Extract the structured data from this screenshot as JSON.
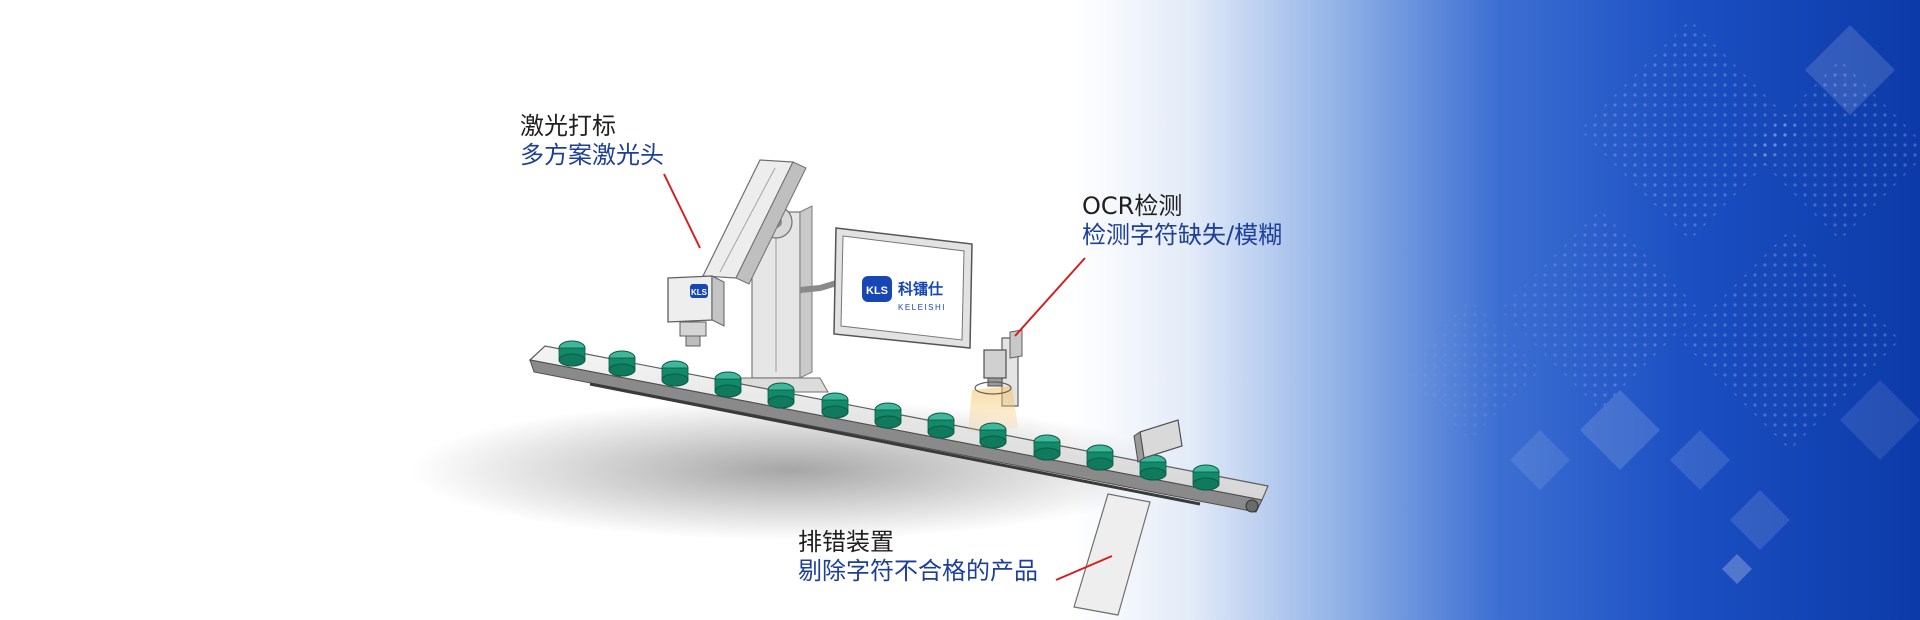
{
  "callouts": {
    "laser": {
      "title": "激光打标",
      "subtitle": "多方案激光头"
    },
    "ocr": {
      "title": "OCR检测",
      "subtitle": "检测字符缺失/模糊"
    },
    "reject": {
      "title": "排错装置",
      "subtitle": "剔除字符不合格的产品"
    }
  },
  "monitor": {
    "brand_cn": "科镭仕",
    "brand_en": "KELEISHI"
  },
  "laser_head_label": "KLS",
  "colors": {
    "primary_blue": "#1747b5",
    "dark_blue": "#0c3aa8",
    "subtitle_blue": "#1d3f9a",
    "leader_red": "#d42020",
    "product_green": "#128a6a",
    "product_cap": "#3fb79a"
  }
}
